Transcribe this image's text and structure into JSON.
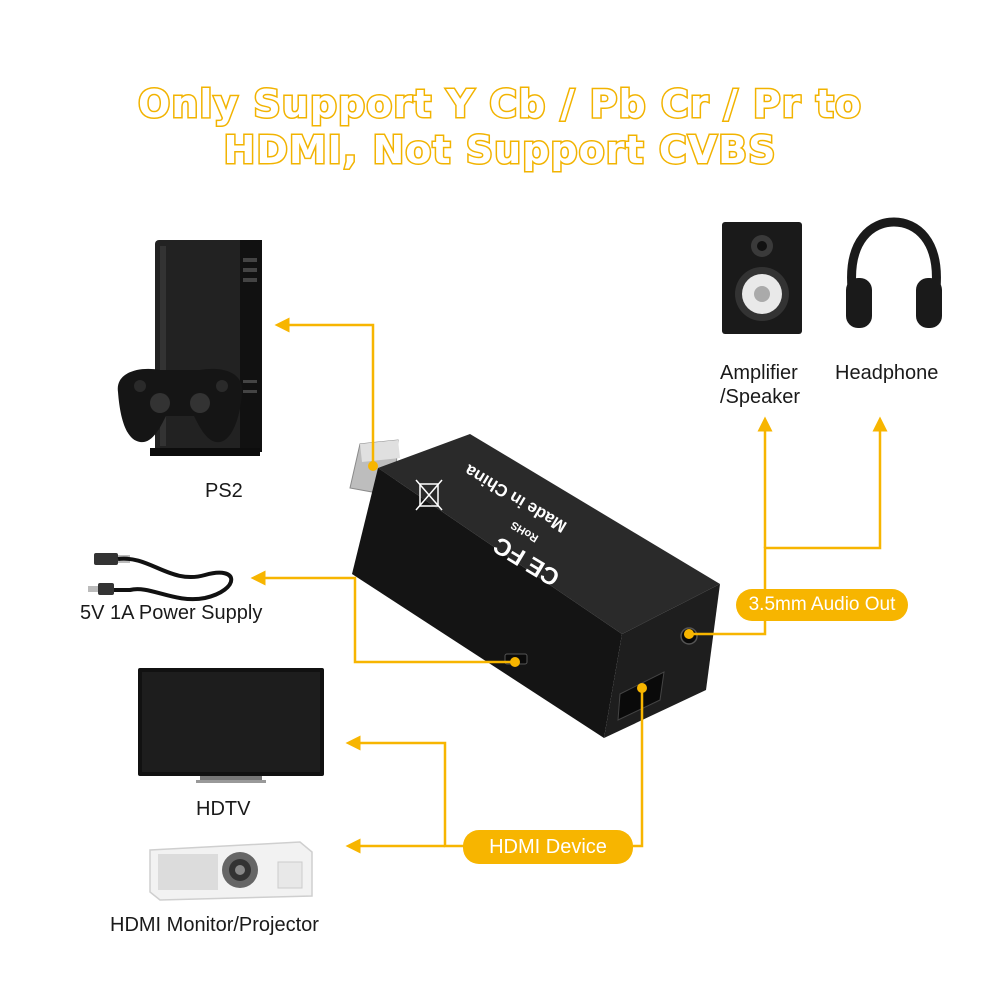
{
  "title": {
    "line1": "Only Support Y Cb / Pb Cr / Pr to",
    "line2": "HDMI, Not Support CVBS"
  },
  "labels": {
    "ps2": "PS2",
    "power": "5V 1A Power Supply",
    "hdtv": "HDTV",
    "projector": "HDMI Monitor/Projector",
    "amplifier_line1": "Amplifier",
    "amplifier_line2": "/Speaker",
    "headphone": "Headphone"
  },
  "callouts": {
    "audio_out": "3.5mm Audio Out",
    "hdmi_device": "HDMI Device"
  },
  "device_markings": {
    "made_in": "Made in China",
    "rohs": "RoHS"
  },
  "colors": {
    "accent": "#f7b500",
    "device_body": "#1c1c1c"
  }
}
